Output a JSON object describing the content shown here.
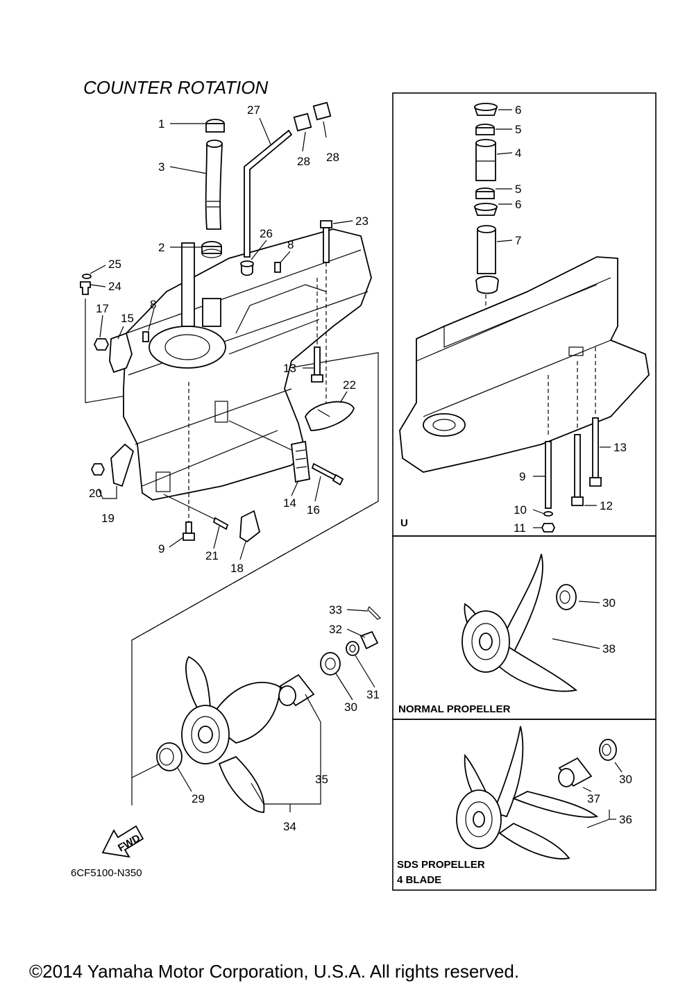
{
  "title": "COUNTER  ROTATION",
  "diagram_code": "6CF5100-N350",
  "copyright": "©2014 Yamaha Motor Corporation, U.S.A. All rights reserved.",
  "fwd_label": "FWD",
  "panels": {
    "u_label": "U",
    "normal_label": "NORMAL PROPELLER",
    "sds_label_1": "SDS PROPELLER",
    "sds_label_2": "4 BLADE"
  },
  "callouts": {
    "main": [
      "1",
      "3",
      "27",
      "28",
      "28",
      "23",
      "2",
      "26",
      "8",
      "25",
      "24",
      "17",
      "15",
      "8",
      "13",
      "22",
      "20",
      "19",
      "14",
      "16",
      "9",
      "21",
      "18",
      "33",
      "32",
      "31",
      "30",
      "35",
      "34",
      "29"
    ],
    "u": [
      "6",
      "5",
      "4",
      "5",
      "6",
      "7",
      "13",
      "9",
      "12",
      "10",
      "11"
    ],
    "normal": [
      "30",
      "38"
    ],
    "sds": [
      "30",
      "37",
      "36"
    ]
  }
}
